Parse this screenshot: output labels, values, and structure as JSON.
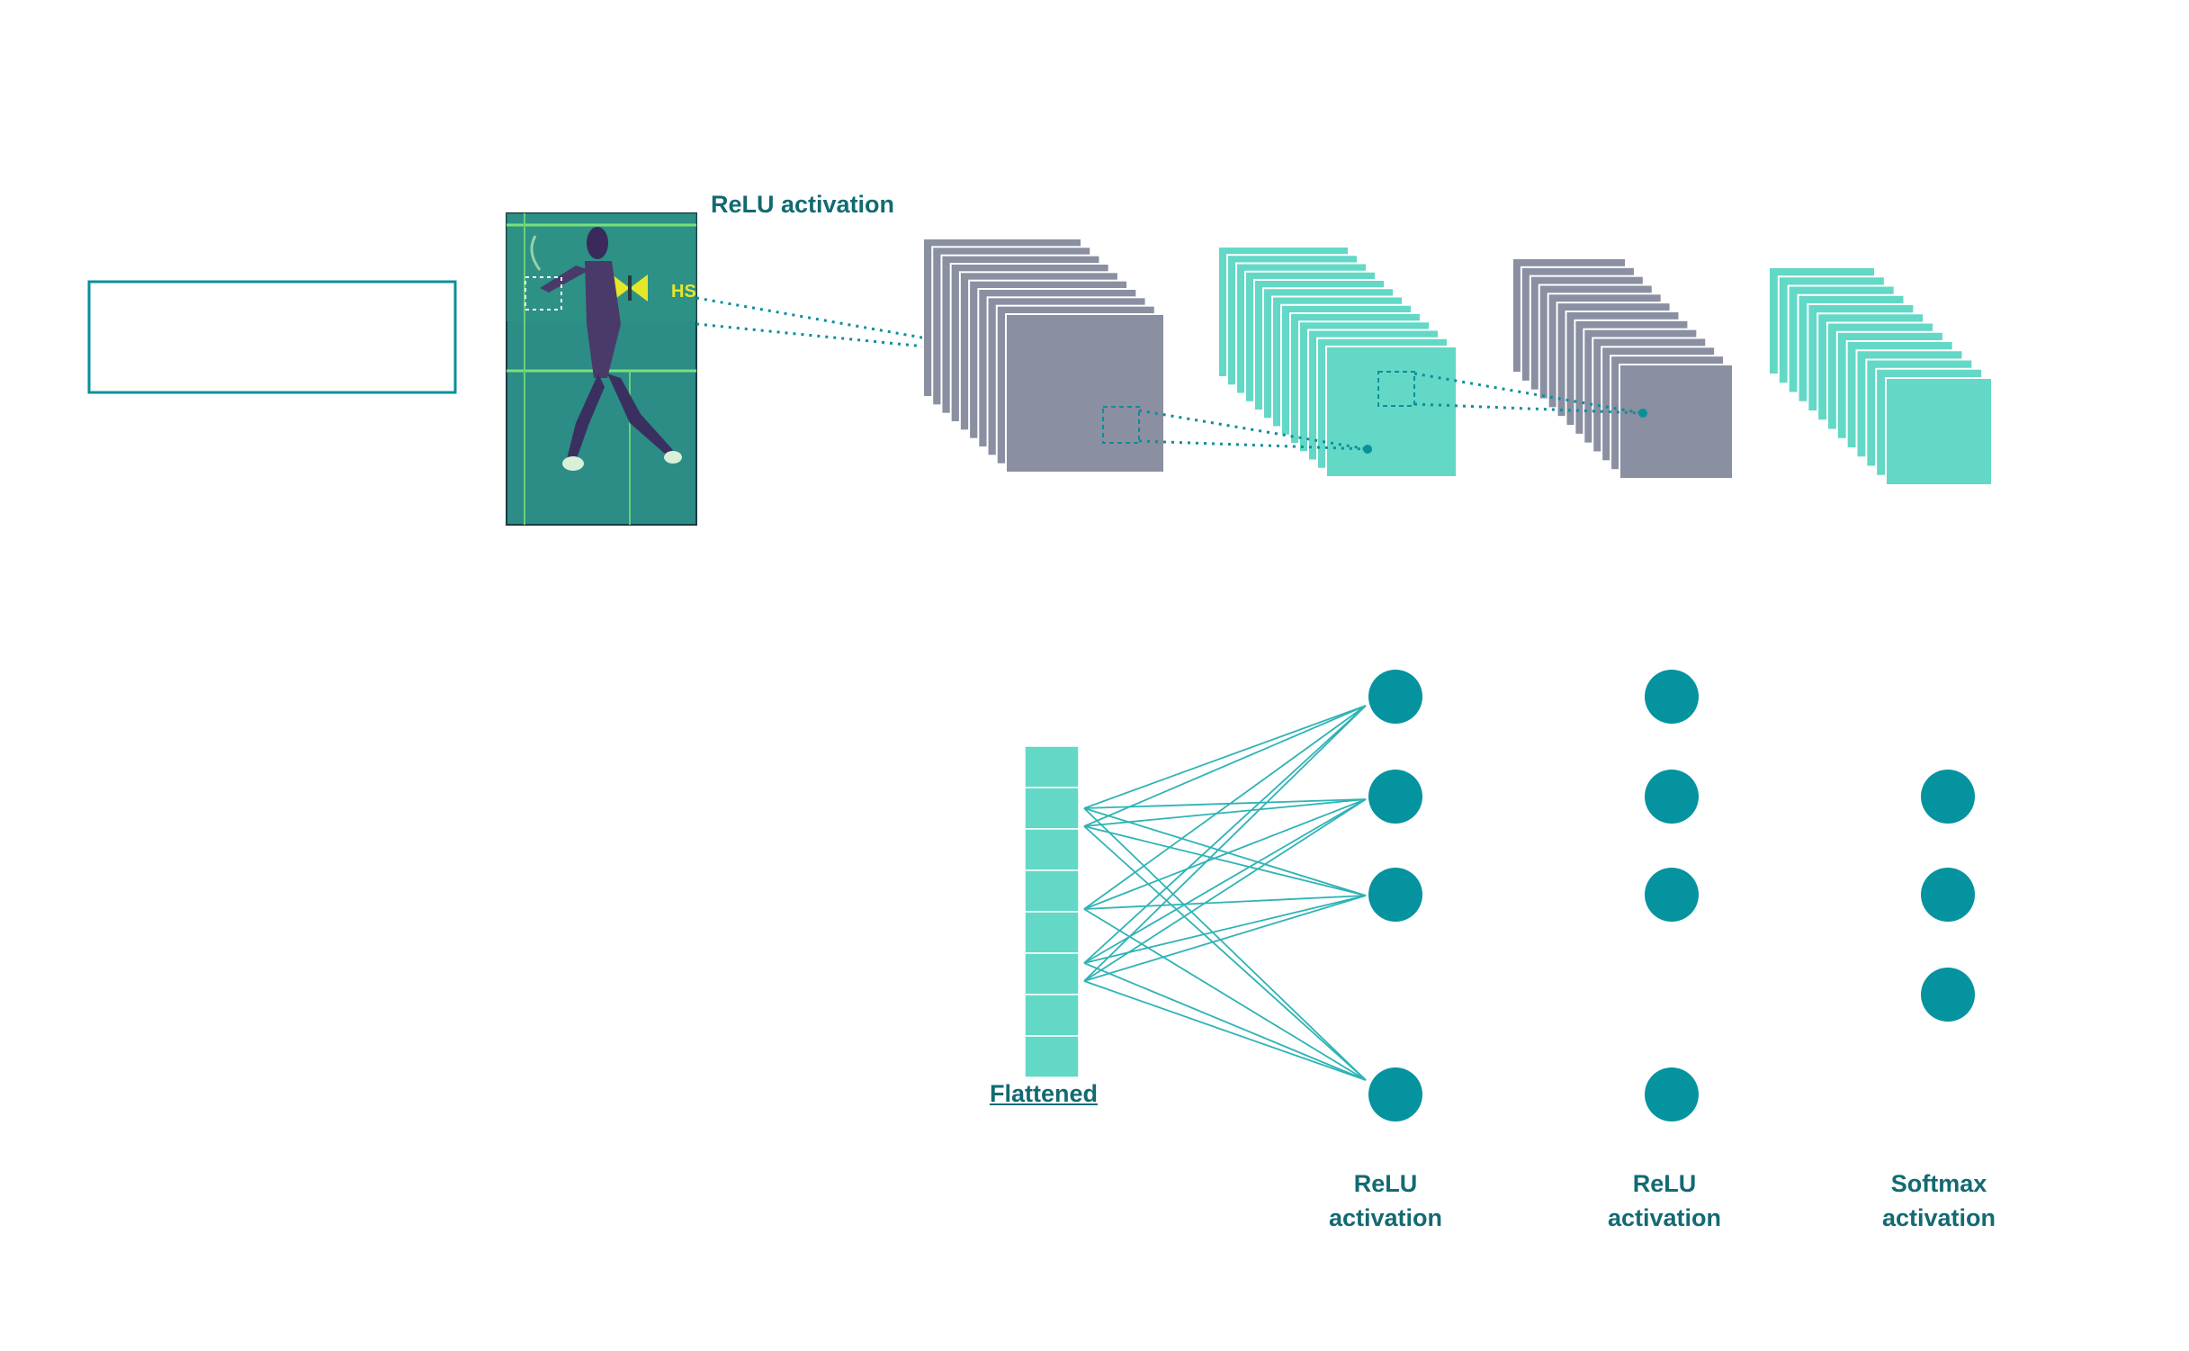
{
  "diagram": {
    "conv_label": "ReLU activation",
    "flattened_label": "Flattened",
    "dense_layers": [
      {
        "line1": "ReLU",
        "line2": "activation"
      },
      {
        "line1": "ReLU",
        "line2": "activation"
      },
      {
        "line1": "Softmax",
        "line2": "activation"
      }
    ]
  },
  "colors": {
    "teal_dark": "#05939f",
    "teal_light": "#63d8c6",
    "slate": "#8a8fa1",
    "label_teal": "#136a72",
    "input_image_bg": "#2c8c86"
  },
  "icons": {
    "input_image": "tennis-player-image"
  }
}
